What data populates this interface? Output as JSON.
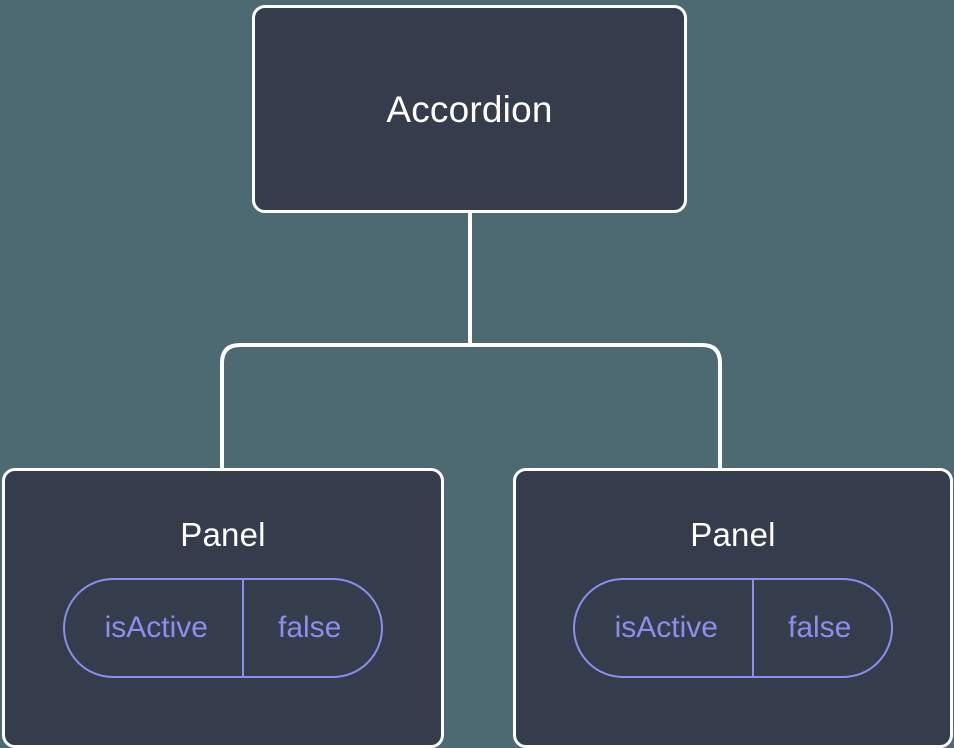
{
  "theme": {
    "background": "#4d6a72",
    "node_fill": "#353c4b",
    "node_border": "#ffffff",
    "connector": "#ffffff",
    "title_text": "#ffffff",
    "prop_accent": "#8b8fec"
  },
  "tree": {
    "root": {
      "label": "Accordion"
    },
    "children": [
      {
        "label": "Panel",
        "props": [
          {
            "key": "isActive",
            "value": "false"
          }
        ]
      },
      {
        "label": "Panel",
        "props": [
          {
            "key": "isActive",
            "value": "false"
          }
        ]
      }
    ]
  }
}
